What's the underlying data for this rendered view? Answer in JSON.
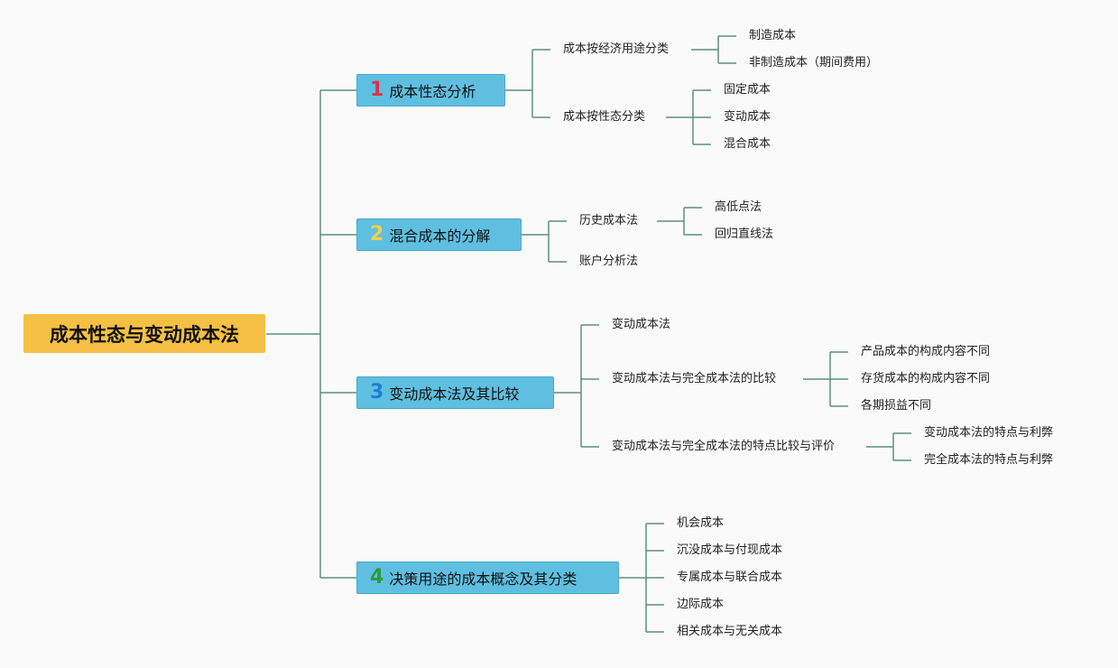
{
  "root": {
    "label": "成本性态与变动成本法",
    "color": "#f5c043"
  },
  "line_color": "#5e8f7b",
  "branches": [
    {
      "number": "1",
      "number_color": "#d9344a",
      "label": "成本性态分析",
      "children": [
        {
          "label": "成本按经济用途分类",
          "children": [
            "制造成本",
            "非制造成本（期间费用）"
          ]
        },
        {
          "label": "成本按性态分类",
          "children": [
            "固定成本",
            "变动成本",
            "混合成本"
          ]
        }
      ]
    },
    {
      "number": "2",
      "number_color": "#f0d050",
      "label": "混合成本的分解",
      "children": [
        {
          "label": "历史成本法",
          "children": [
            "高低点法",
            "回归直线法"
          ]
        },
        {
          "label": "账户分析法",
          "children": []
        }
      ]
    },
    {
      "number": "3",
      "number_color": "#1e7fd6",
      "label": "变动成本法及其比较",
      "children": [
        {
          "label": "变动成本法",
          "children": []
        },
        {
          "label": "变动成本法与完全成本法的比较",
          "children": [
            "产品成本的构成内容不同",
            "存货成本的构成内容不同",
            "各期损益不同"
          ]
        },
        {
          "label": "变动成本法与完全成本法的特点比较与评价",
          "children": [
            "变动成本法的特点与利弊",
            "完全成本法的特点与利弊"
          ]
        }
      ]
    },
    {
      "number": "4",
      "number_color": "#2a9d3a",
      "label": "决策用途的成本概念及其分类",
      "children": [
        {
          "label": "机会成本",
          "children": []
        },
        {
          "label": "沉没成本与付现成本",
          "children": []
        },
        {
          "label": "专属成本与联合成本",
          "children": []
        },
        {
          "label": "边际成本",
          "children": []
        },
        {
          "label": "相关成本与无关成本",
          "children": []
        }
      ]
    }
  ]
}
